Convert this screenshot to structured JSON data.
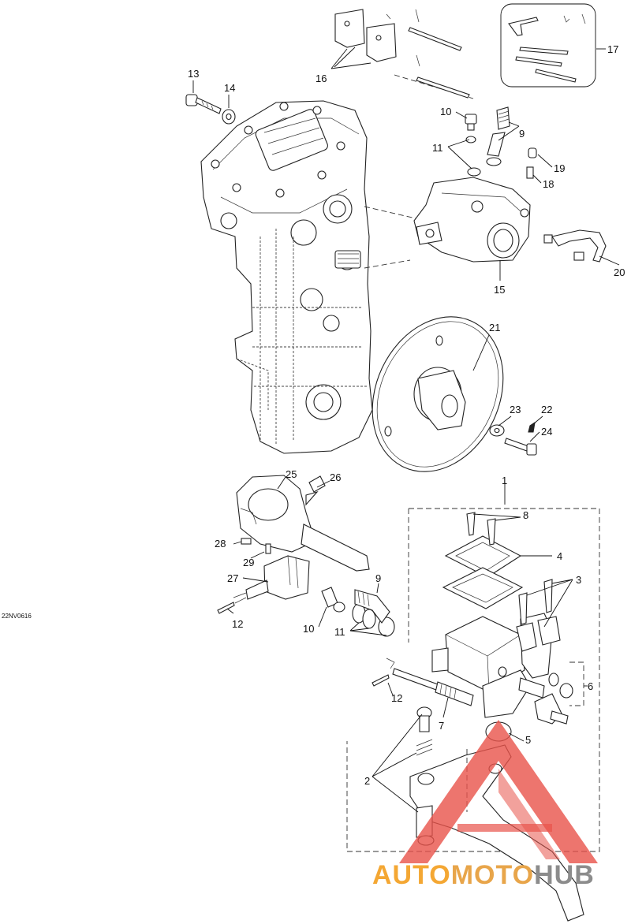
{
  "diagram": {
    "drawing_code": "22NV0616",
    "callouts": [
      "1",
      "2",
      "3",
      "4",
      "5",
      "6",
      "7",
      "8",
      "9",
      "9",
      "10",
      "10",
      "11",
      "11",
      "12",
      "12",
      "13",
      "14",
      "15",
      "16",
      "17",
      "18",
      "19",
      "20",
      "21",
      "22",
      "23",
      "24",
      "25",
      "26",
      "27",
      "28",
      "29"
    ]
  },
  "watermark": {
    "text_part1": "AUTO",
    "text_part2": "MOTO",
    "text_part3": "HUB",
    "logo_color": "#e8534a",
    "text_color_1": "#f4a733",
    "text_color_3": "#8c8c8c"
  }
}
